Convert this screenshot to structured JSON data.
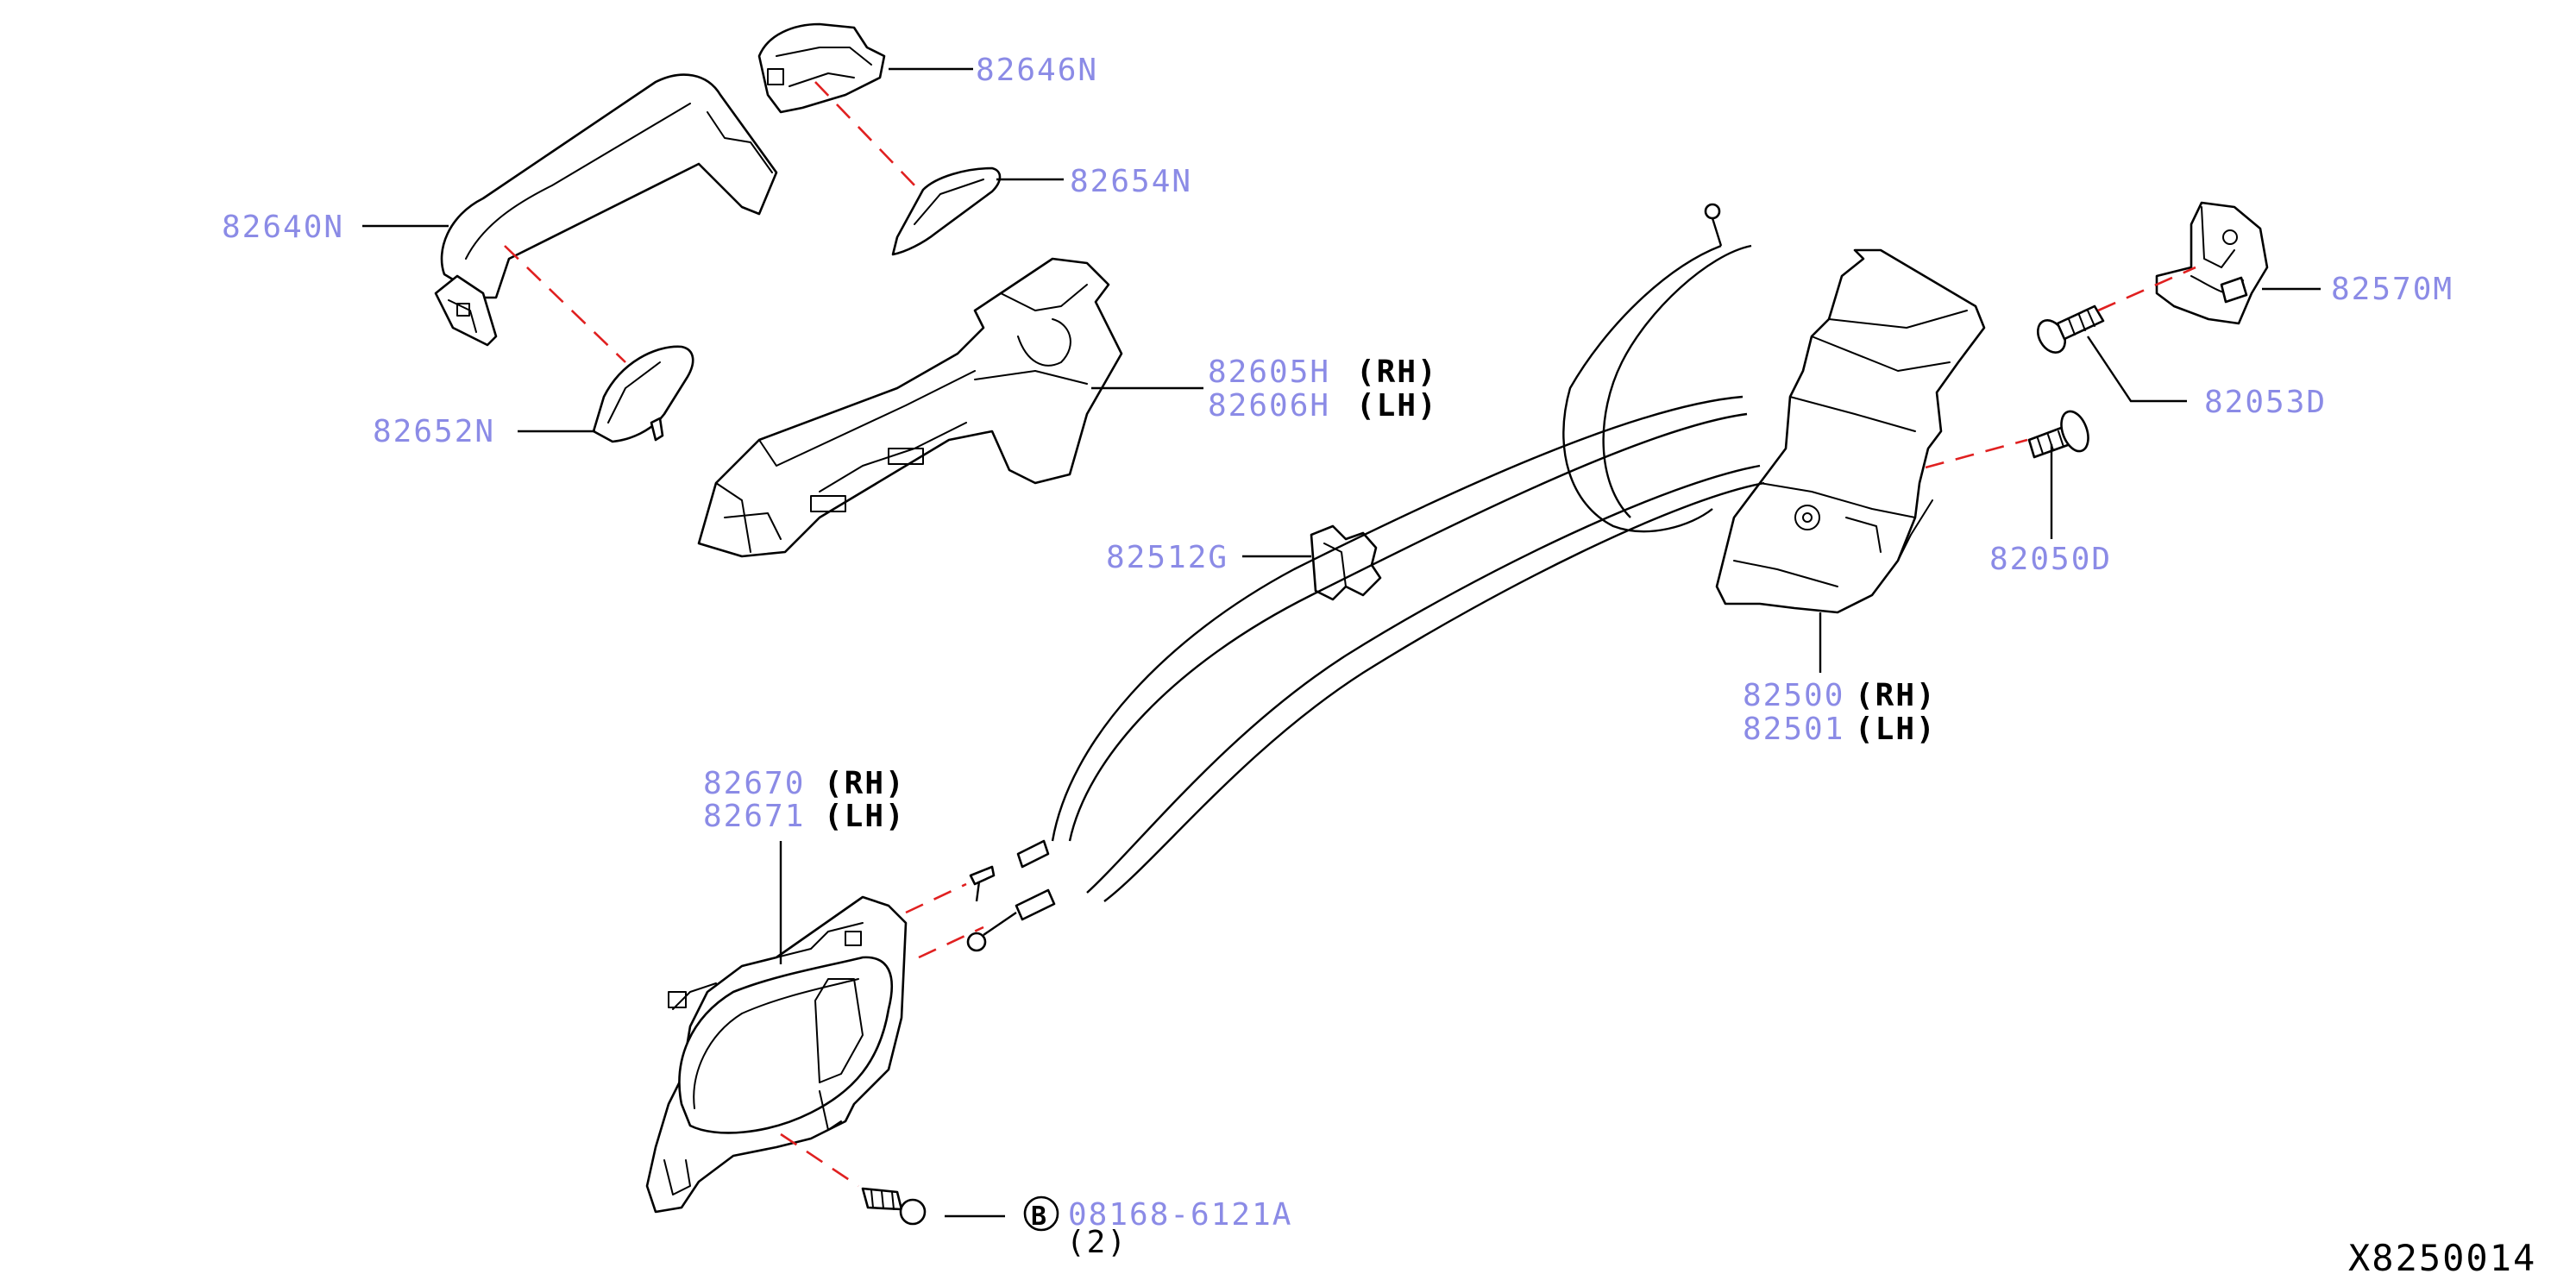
{
  "diagram_id": "X8250014",
  "qty_note": "(2)",
  "bolt_marker": "B",
  "side_rh": "(RH)",
  "side_lh": "(LH)",
  "parts": {
    "p82646N": "82646N",
    "p82654N": "82654N",
    "p82640N": "82640N",
    "p82652N": "82652N",
    "p82605H": "82605H",
    "p82606H": "82606H",
    "p82512G": "82512G",
    "p82570M": "82570M",
    "p82053D": "82053D",
    "p82050D": "82050D",
    "p82500": "82500",
    "p82501": "82501",
    "p82670": "82670",
    "p82671": "82671",
    "p08168": "08168-6121A"
  },
  "colors": {
    "part_number": "#8b8be6",
    "dash_line": "#e02020",
    "ink": "#000000"
  }
}
